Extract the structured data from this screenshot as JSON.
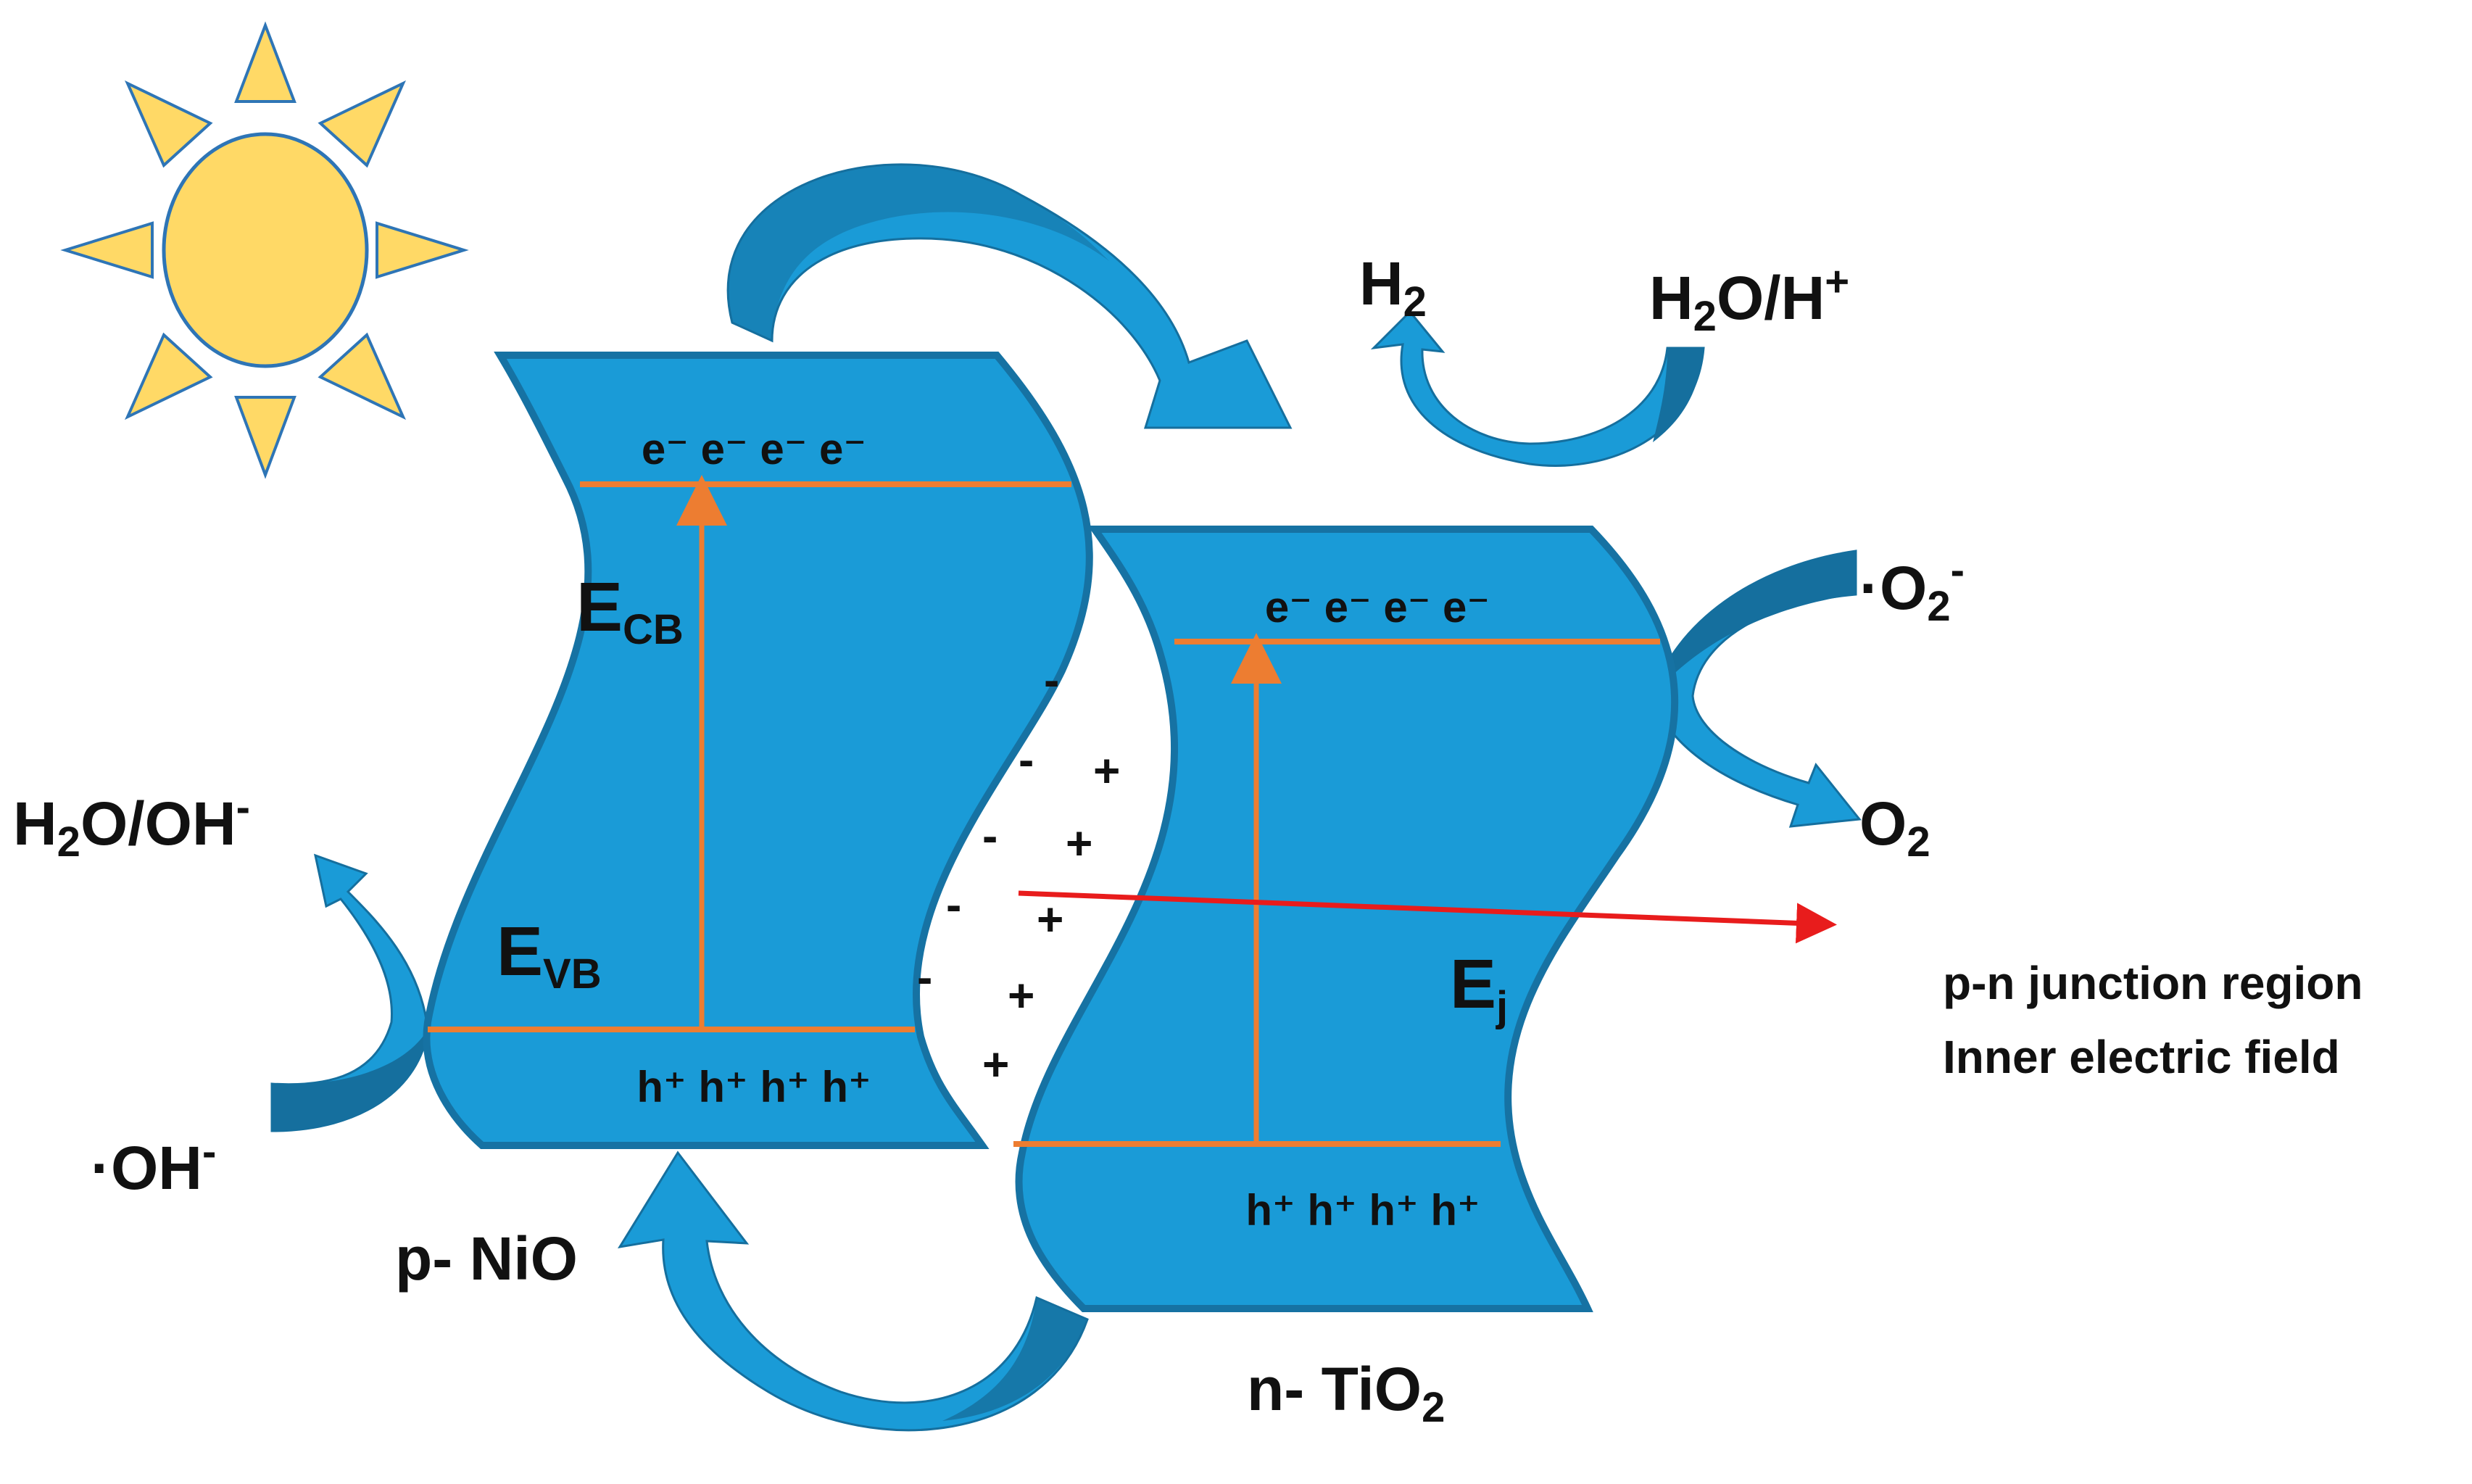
{
  "colors": {
    "band_fill": "#1A9BD7",
    "band_stroke": "#1672A3",
    "arrow_fill": "#1A9BD7",
    "arrow_dark": "#156F9E",
    "level_line": "#ED7D31",
    "field_arrow": "#E81C1C",
    "sun_fill": "#FFD966",
    "sun_stroke": "#2E75B6"
  },
  "p_band": {
    "name_prefix": "p- NiO",
    "electrons": "e⁻ e⁻ e⁻ e⁻",
    "holes": "h⁺ h⁺ h⁺ h⁺",
    "ecb_main": "E",
    "ecb_sub": "CB",
    "evb_main": "E",
    "evb_sub": "VB"
  },
  "n_band": {
    "name_main": "n- TiO",
    "name_sub": "2",
    "electrons": "e⁻ e⁻ e⁻ e⁻",
    "holes": "h⁺ h⁺ h⁺ h⁺",
    "ej_main": "E",
    "ej_sub": "j"
  },
  "species": {
    "h2_main": "H",
    "h2_sub": "2",
    "h2o_h_a": "H",
    "h2o_h_sub": "2",
    "h2o_h_b": "O/H",
    "h2o_h_sup": "+",
    "o2rad_a": "·O",
    "o2rad_sub": "2",
    "o2rad_sup": "-",
    "o2_main": "O",
    "o2_sub": "2",
    "h2o_oh_a": "H",
    "h2o_oh_sub": "2",
    "h2o_oh_b": "O/OH",
    "h2o_oh_sup": "-",
    "oh_rad_a": "·OH",
    "oh_rad_sup": "-"
  },
  "junction": {
    "line1": "p-n junction region",
    "line2": "Inner electric field",
    "minus": "-",
    "plus": "+"
  }
}
